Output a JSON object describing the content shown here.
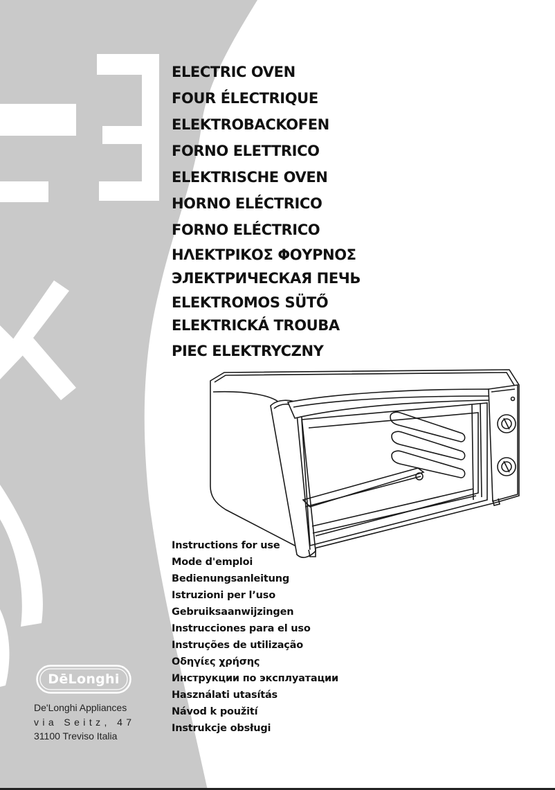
{
  "titles": [
    "ELECTRIC OVEN",
    "FOUR ÉLECTRIQUE",
    "ELEKTROBACKOFEN",
    "FORNO ELETTRICO",
    "ELEKTRISCHE OVEN",
    "HORNO ELÉCTRICO",
    "FORNO ELÉCTRICO",
    "ΗΛΕΚΤΡΙΚΟΣ ΦΟΥΡΝΟΣ",
    "ЭЛЕКТРИЧЕСКАЯ ПЕЧЬ",
    "ELEKTROMOS SÜTŐ",
    "ELEKTRICKÁ TROUBA",
    "PIEC ELEKTRYCZNY"
  ],
  "instructions": [
    "Instructions for use",
    "Mode d'emploi",
    "Bedienungsanleitung",
    "Istruzioni per l’uso",
    "Gebruiksaanwijzingen",
    "Instrucciones para el uso",
    "Instruções de utilização",
    "Οδηγίες χρήσης",
    "Инструкции по эксплуатации",
    "Használati utasítás",
    "Návod k použití",
    "Instrukcje obsługi"
  ],
  "brand": {
    "logo_text": "DēLonghi",
    "address_line1": "De'Longhi Appliances",
    "address_line2": "via Seitz, 47",
    "address_line3": "31100 Treviso Italia"
  },
  "colors": {
    "swoosh_gray": "#c9c9c9",
    "text": "#111111",
    "logo_fill": "#c9c9c9",
    "logo_outline": "#ffffff"
  },
  "icons": {
    "oven": "toaster-oven-illustration",
    "logo": "delonghi-logo"
  }
}
